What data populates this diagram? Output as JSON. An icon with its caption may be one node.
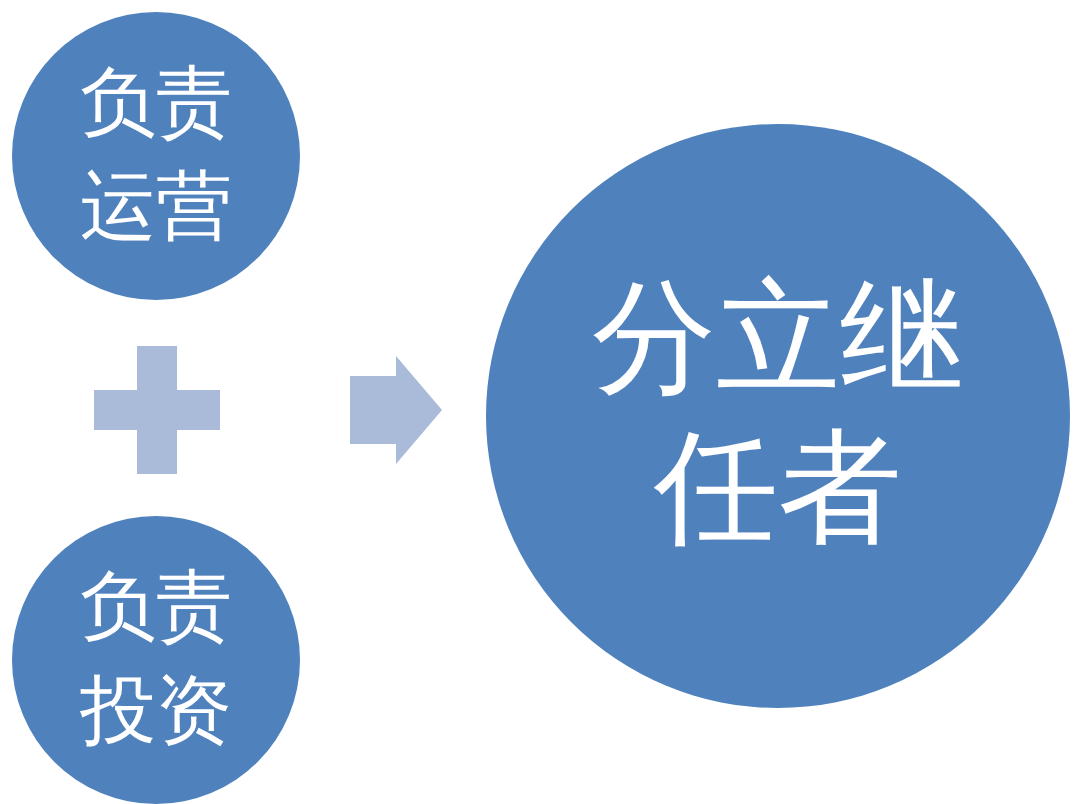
{
  "diagram": {
    "nodes": [
      {
        "text": [
          "负责运营"
        ]
      },
      {
        "text": [
          "负责投资"
        ]
      },
      {
        "text": [
          "分立继任者"
        ]
      }
    ],
    "edges": [
      {
        "from": null,
        "to": 2,
        "arrow": "to"
      }
    ]
  }
}
